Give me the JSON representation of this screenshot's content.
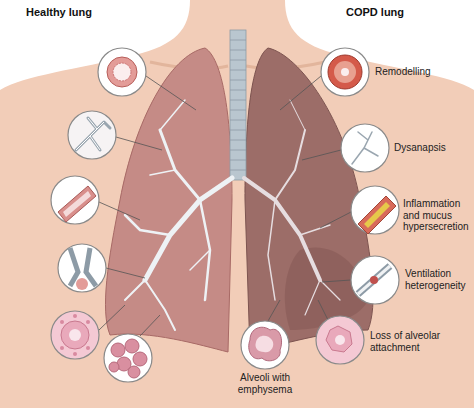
{
  "diagram": {
    "labels": [
      "Healthy lung",
      "COPD lung",
      "Remodelling",
      "Dysanapsis",
      "Inflammation and mucus hypersecretion",
      "Ventilation heterogeneity",
      "Loss of alveolar attachment",
      "Alveoli with emphysema"
    ]
  }
}
